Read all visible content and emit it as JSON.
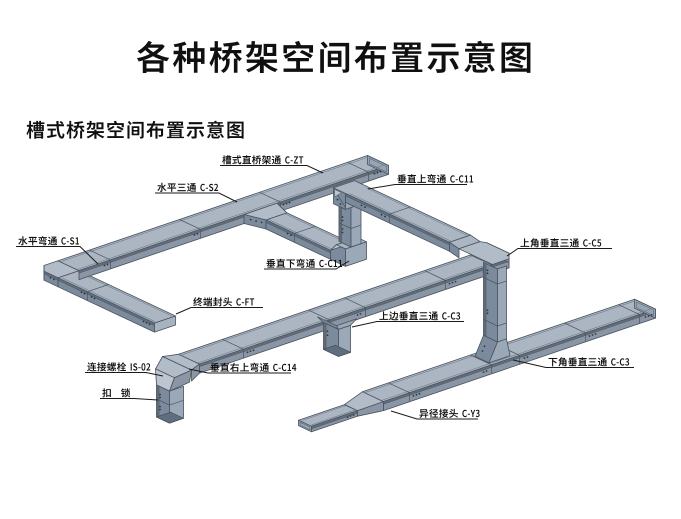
{
  "title": "各种桥架空间布置示意图",
  "subtitle": "槽式桥架空间布置示意图",
  "colors": {
    "background": "#ffffff",
    "tray_top": "#abb6c2",
    "tray_side": "#8a96a6",
    "tray_shade": "#7b8a9c",
    "outline": "#49525c",
    "text": "#101010",
    "leader_line": "#1a1a1a"
  },
  "labels": [
    {
      "id": "c-zt",
      "text": "槽式直桥架通 C-ZT",
      "part": "槽式直桥架通",
      "code": "C-ZT"
    },
    {
      "id": "c-s2",
      "text": "水平三通 C-S2",
      "part": "水平三通",
      "code": "C-S2"
    },
    {
      "id": "c-c11-up",
      "text": "垂直上弯通 C-C11",
      "part": "垂直上弯通",
      "code": "C-C11"
    },
    {
      "id": "c-s1",
      "text": "水平弯通 C-S1",
      "part": "水平弯通",
      "code": "C-S1"
    },
    {
      "id": "c-c11-down",
      "text": "垂直下弯通 C-C11",
      "part": "垂直下弯通",
      "code": "C-C11"
    },
    {
      "id": "c-ft",
      "text": "终端封头 C-FT",
      "part": "终端封头",
      "code": "C-FT"
    },
    {
      "id": "c-c5",
      "text": "上角垂直三通 C-C5",
      "part": "上角垂直三通",
      "code": "C-C5"
    },
    {
      "id": "c-c3-side",
      "text": "上边垂直三通 C-C3",
      "part": "上边垂直三通",
      "code": "C-C3"
    },
    {
      "id": "is-02",
      "text": "连接螺栓 IS-02",
      "part": "连接螺栓",
      "code": "IS-02"
    },
    {
      "id": "lock",
      "text": "扣 锁",
      "part": "扣锁",
      "code": ""
    },
    {
      "id": "c-c14",
      "text": "垂直右上弯通 C-C14",
      "part": "垂直右上弯通",
      "code": "C-C14"
    },
    {
      "id": "c-c3-corner",
      "text": "下角垂直三通 C-C3",
      "part": "下角垂直三通",
      "code": "C-C3"
    },
    {
      "id": "c-y3",
      "text": "异径接头 C-Y3",
      "part": "异径接头",
      "code": "C-Y3"
    }
  ]
}
